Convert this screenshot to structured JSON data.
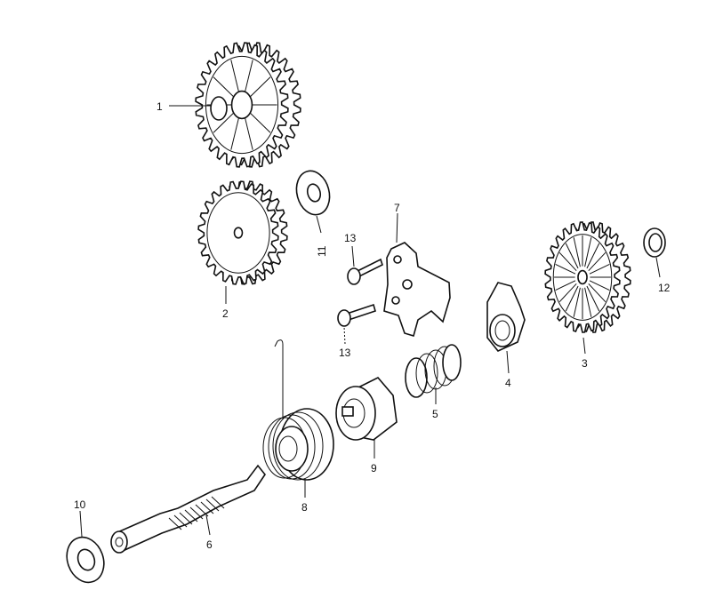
{
  "diagram": {
    "type": "exploded-parts-view",
    "callouts": {
      "p1": "1",
      "p2": "2",
      "p3": "3",
      "p4": "4",
      "p5": "5",
      "p6": "6",
      "p7": "7",
      "p8": "8",
      "p9": "9",
      "p10": "10",
      "p11": "11",
      "p12": "12",
      "p13a": "13",
      "p13b": "13"
    }
  }
}
